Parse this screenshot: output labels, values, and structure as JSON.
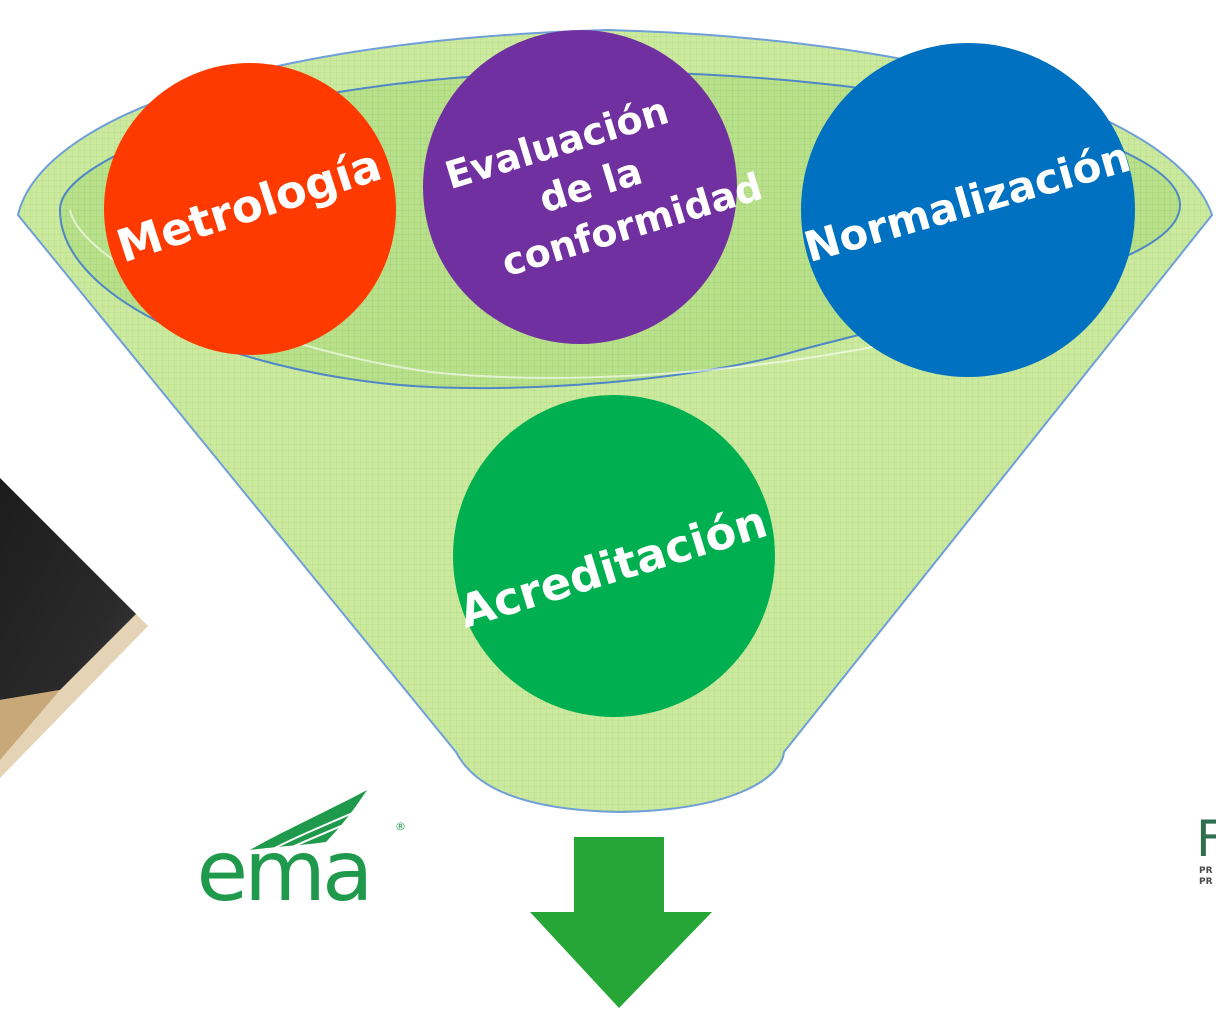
{
  "diagram": {
    "circles": [
      {
        "id": "metrologia",
        "lines": [
          "Metrología"
        ],
        "color": "#ff3a00"
      },
      {
        "id": "evaluacion",
        "lines": [
          "Evaluación",
          "de la",
          "conformidad"
        ],
        "color": "#7030a0"
      },
      {
        "id": "normalizacion",
        "lines": [
          "Normalización"
        ],
        "color": "#0070c0"
      },
      {
        "id": "acreditacion",
        "lines": [
          "Acreditación"
        ],
        "color": "#00b050"
      }
    ],
    "funnel_color": "#c7e89a",
    "arrow_color": "#26a637"
  },
  "logos": {
    "ema": {
      "text": "ema",
      "mark": "®",
      "color": "#1f9a4c"
    },
    "partial_right": {
      "letter": "F",
      "line1": "PR",
      "line2": "PR"
    }
  }
}
